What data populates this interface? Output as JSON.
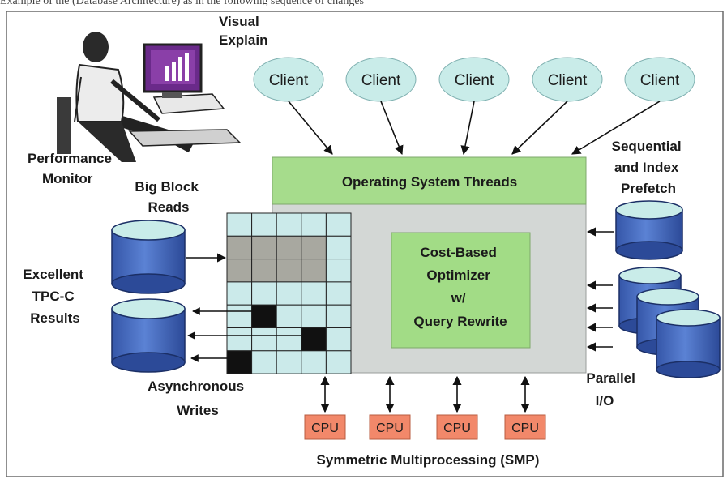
{
  "caption_top": "Example of the (Database Architecture) as in the following sequence of changes",
  "labels": {
    "visual_explain": [
      "Visual",
      "Explain"
    ],
    "performance_monitor": [
      "Performance",
      "Monitor"
    ],
    "big_block_reads": [
      "Big Block",
      "Reads"
    ],
    "excellent_tpcc": [
      "Excellent",
      "TPC-C",
      "Results"
    ],
    "asynchronous_writes": [
      "Asynchronous",
      "Writes"
    ],
    "sequential_prefetch": [
      "Sequential",
      "and Index",
      "Prefetch"
    ],
    "parallel_io": [
      "Parallel",
      "I/O"
    ],
    "smp": "Symmetric Multiprocessing (SMP)"
  },
  "clients": [
    "Client",
    "Client",
    "Client",
    "Client",
    "Client"
  ],
  "os_threads": "Operating System Threads",
  "optimizer": [
    "Cost-Based",
    "Optimizer",
    "w/",
    "Query Rewrite"
  ],
  "cpus": [
    "CPU",
    "CPU",
    "CPU",
    "CPU"
  ],
  "colors": {
    "client_fill": "#c9ece9",
    "os_band": "#a6dc8c",
    "engine": "#d3d7d5",
    "optimizer": "#a2dc86",
    "grid_cell": "#cbeaea",
    "grid_shaded": "#a8a8a0",
    "cpu": "#f2886a",
    "disk": "#3a62b6"
  },
  "icons": [
    "workstation-icon",
    "disk-icon",
    "arrow-icon"
  ]
}
